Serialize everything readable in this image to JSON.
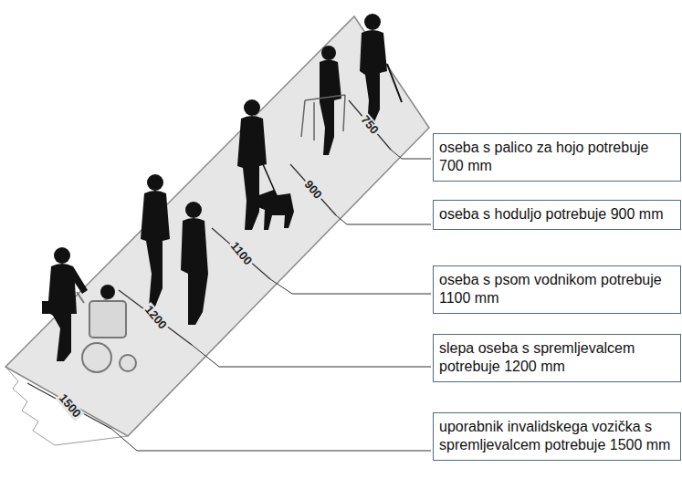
{
  "diagram": {
    "nodes": [
      {
        "text": [
          "oseba s palico za hojo potrebuje 700 mm"
        ]
      },
      {
        "text": [
          "oseba s hoduljo potrebuje 900 mm"
        ]
      },
      {
        "text": [
          "oseba s psom vodnikom potrebuje 1100 mm"
        ]
      },
      {
        "text": [
          "slepa oseba s spremljevalcem potrebuje 1200 mm"
        ]
      },
      {
        "text": [
          "uporabnik invalidskega vozička s spremljevalcem potrebuje 1500 mm"
        ]
      }
    ],
    "labels": [
      "750",
      "900",
      "1100",
      "1200",
      "1500"
    ]
  }
}
